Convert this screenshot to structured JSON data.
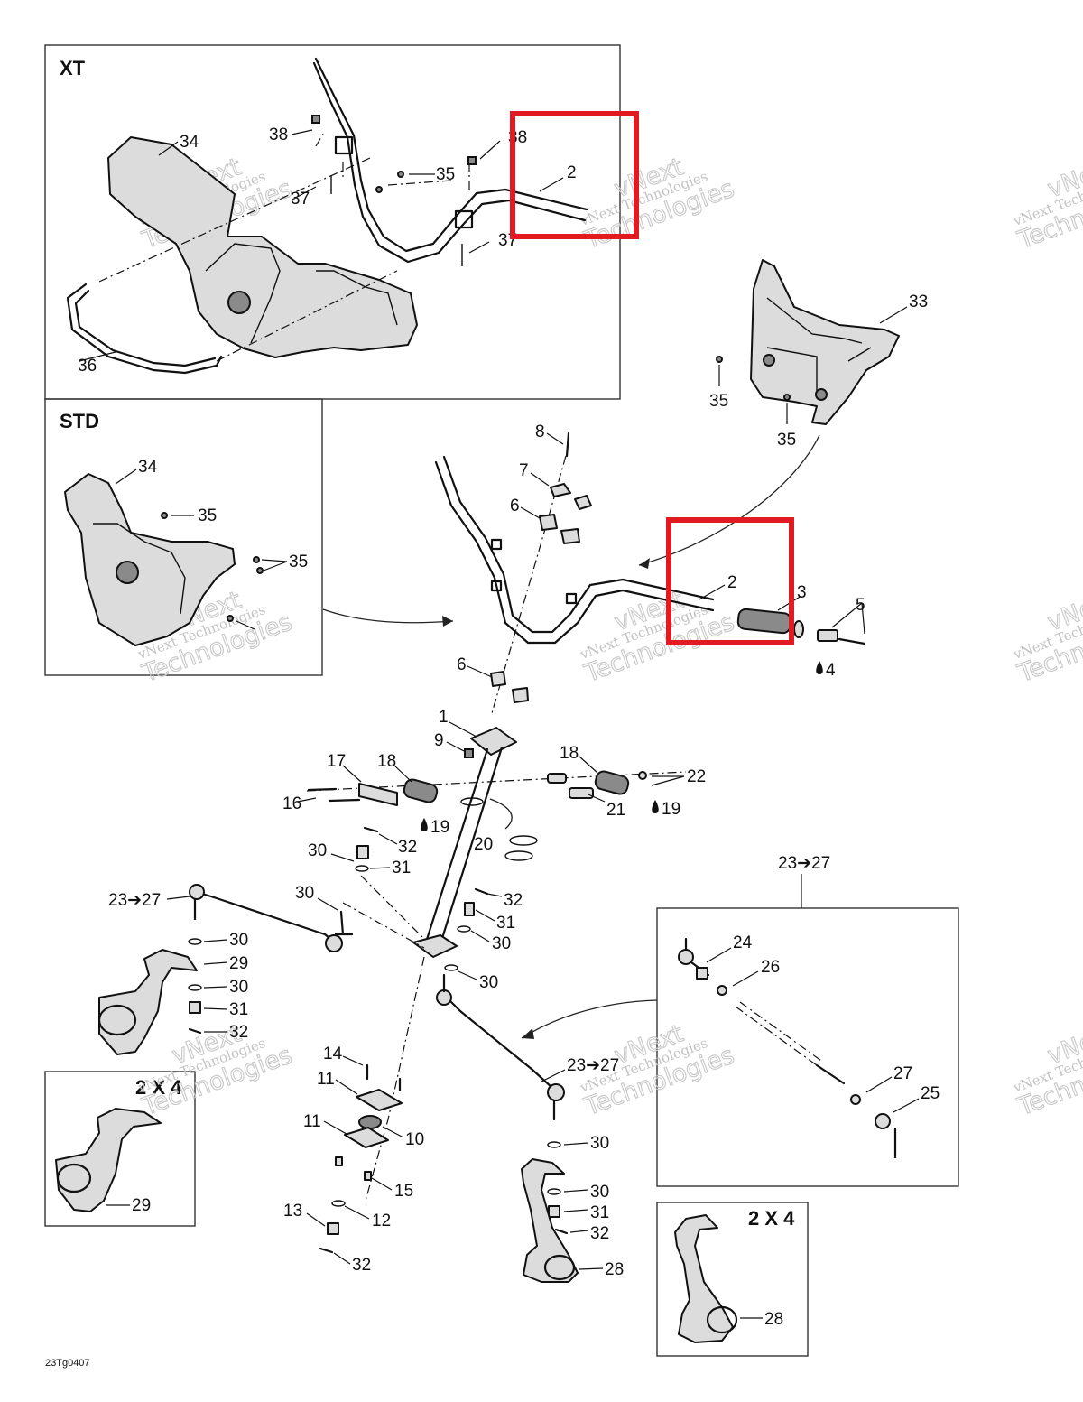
{
  "panels": {
    "xt_label": "XT",
    "std_label": "STD",
    "twobyfour_left_label": "2 X 4",
    "twobyfour_right_label": "2 X 4"
  },
  "callouts": {
    "c1": "1",
    "c2a": "2",
    "c2b": "2",
    "c3": "3",
    "c4": "4",
    "c5": "5",
    "c6a": "6",
    "c6b": "6",
    "c7": "7",
    "c8": "8",
    "c9": "9",
    "c10": "10",
    "c11a": "11",
    "c11b": "11",
    "c12": "12",
    "c13": "13",
    "c14": "14",
    "c15": "15",
    "c16": "16",
    "c17": "17",
    "c18a": "18",
    "c18b": "18",
    "c19a": "19",
    "c19b": "19",
    "c20": "20",
    "c21": "21",
    "c22": "22",
    "c23a": "23➔27",
    "c23b": "23➔27",
    "c23c": "23➔27",
    "c24": "24",
    "c25": "25",
    "c26": "26",
    "c27": "27",
    "c28a": "28",
    "c28b": "28",
    "c29a": "29",
    "c29b": "29",
    "c30a": "30",
    "c30b": "30",
    "c30c": "30",
    "c30d": "30",
    "c30e": "30",
    "c30f": "30",
    "c30g": "30",
    "c30h": "30",
    "c31a": "31",
    "c31b": "31",
    "c31c": "31",
    "c31d": "31",
    "c32a": "32",
    "c32b": "32",
    "c32c": "32",
    "c32d": "32",
    "c32e": "32",
    "c33": "33",
    "c34a": "34",
    "c34b": "34",
    "c35a": "35",
    "c35b": "35",
    "c35c": "35",
    "c35d": "35",
    "c35e": "35",
    "c36": "36",
    "c37a": "37",
    "c37b": "37",
    "c38a": "38",
    "c38b": "38"
  },
  "figure_code": "23Tg0407",
  "watermark": {
    "line1": "vNext Technologies",
    "line2": "vNext",
    "line3": "Technologies"
  },
  "highlight_color": "#e21b22"
}
